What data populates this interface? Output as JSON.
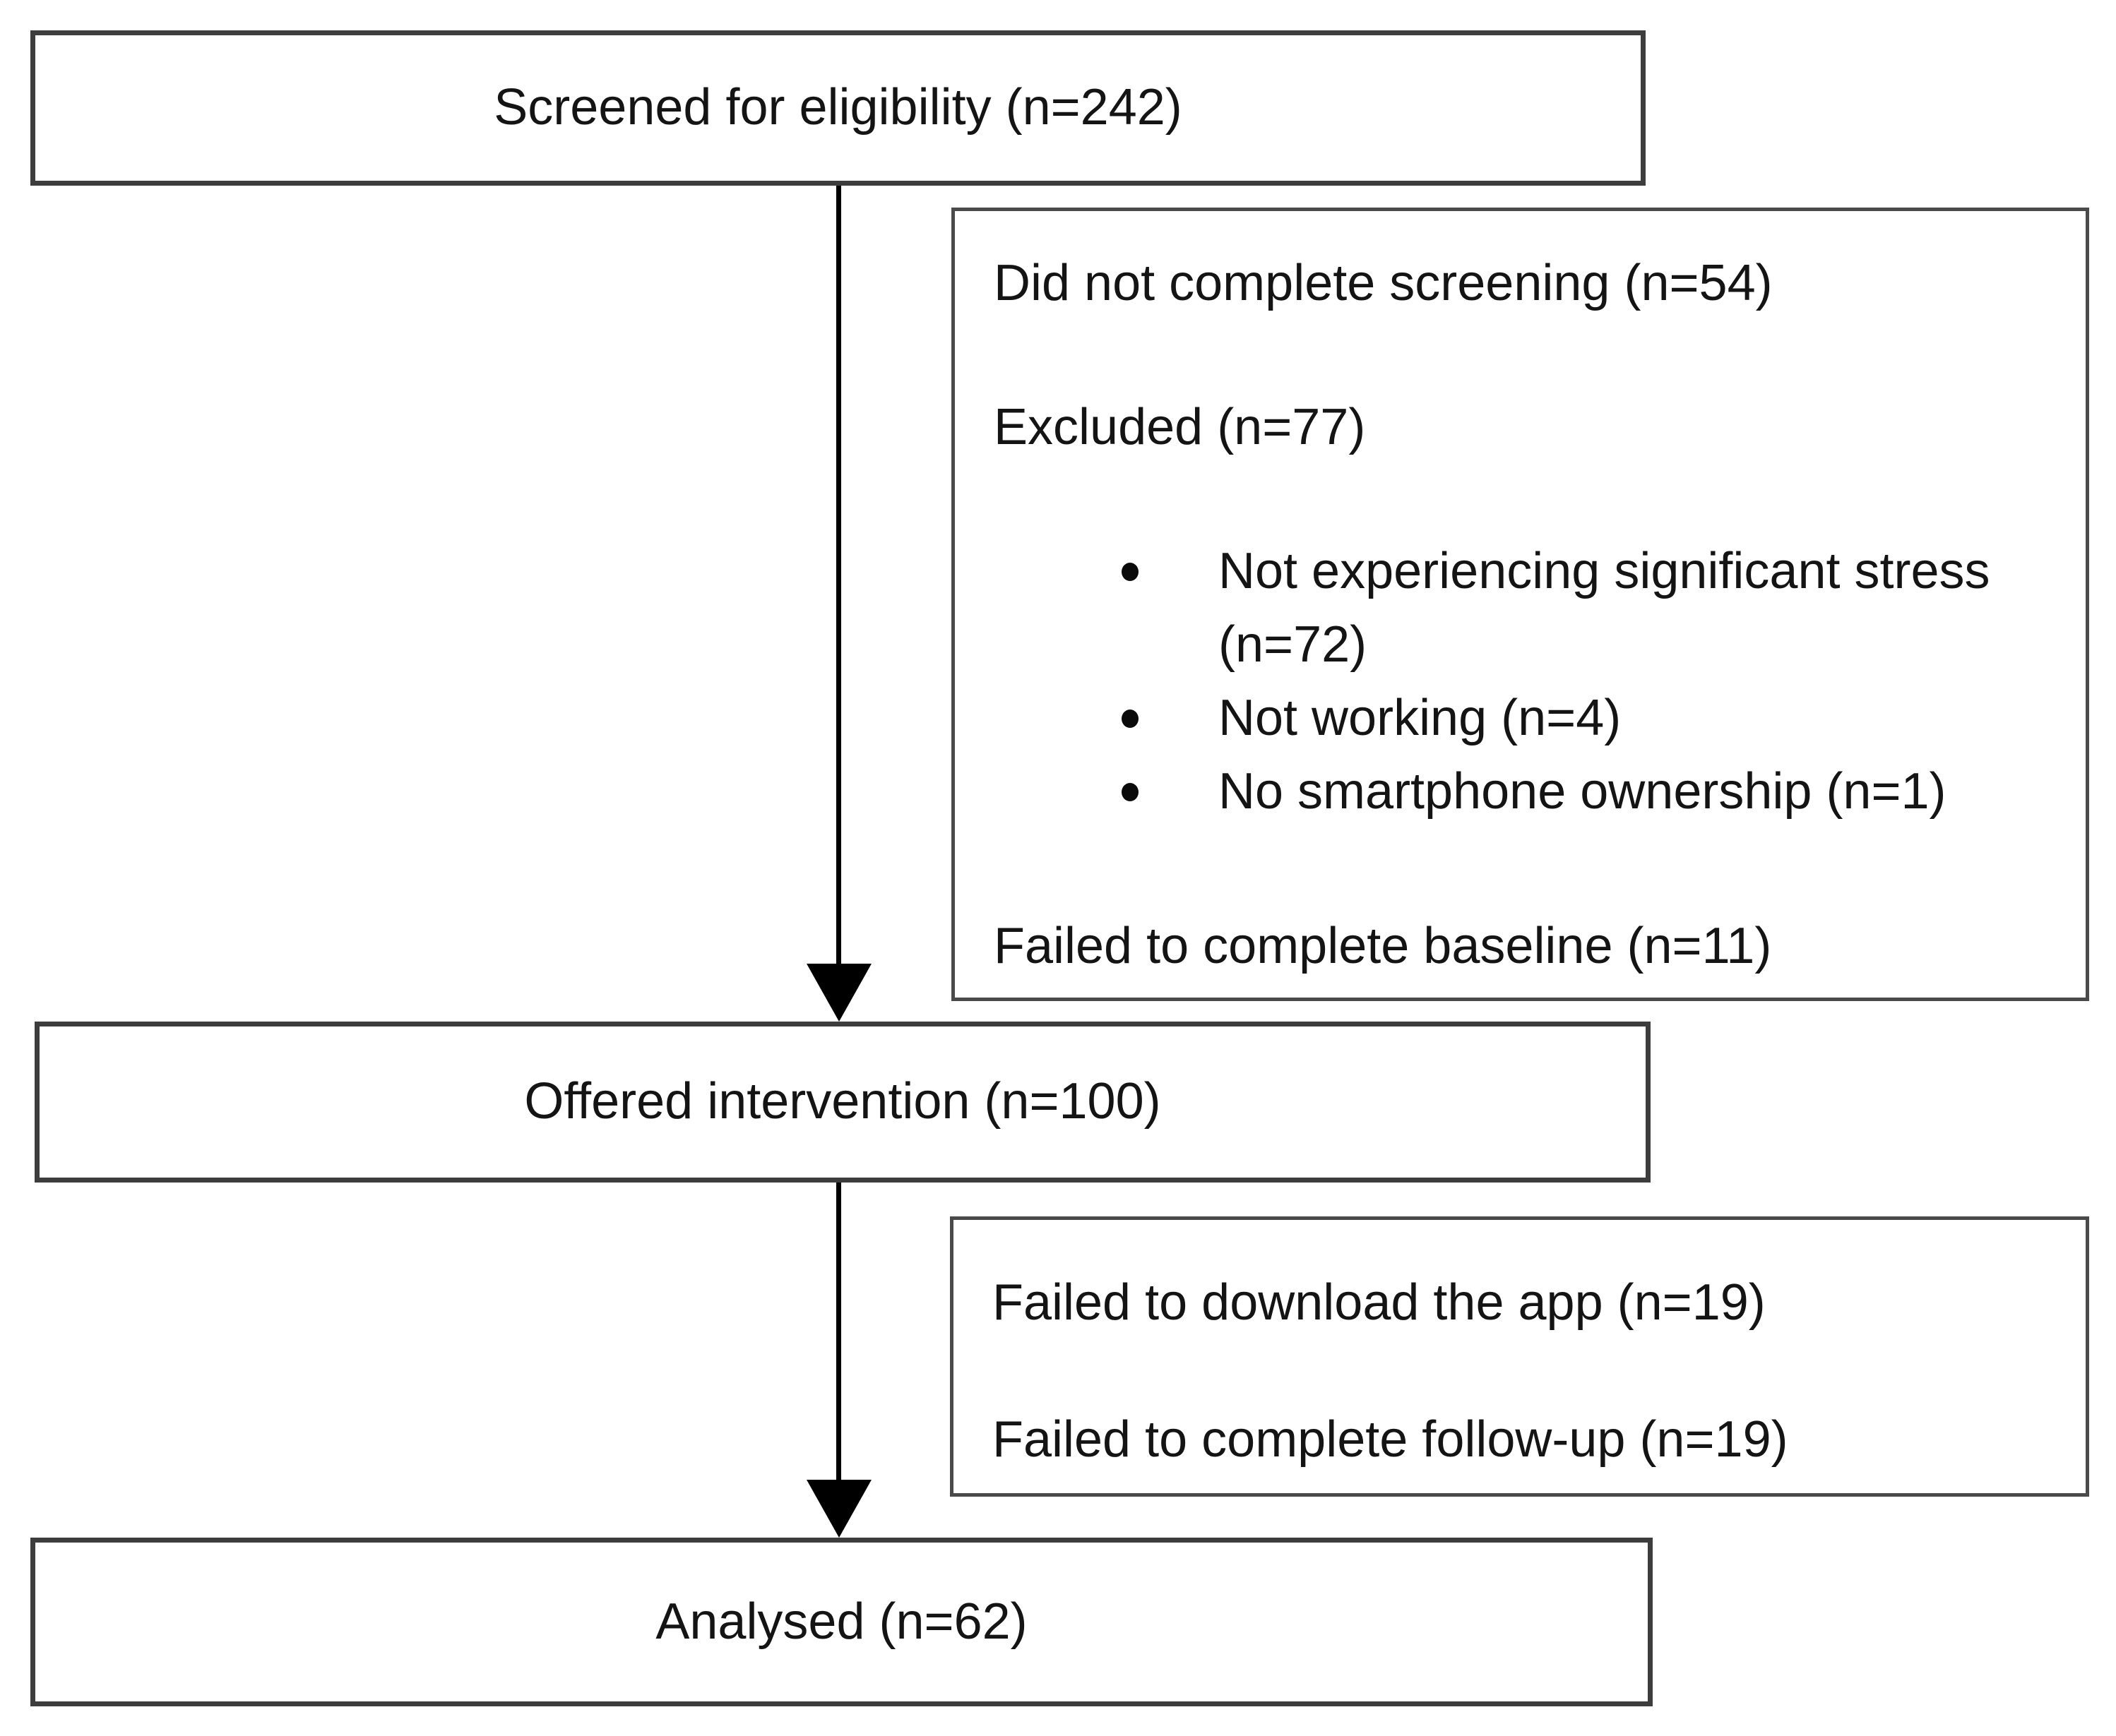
{
  "flow": {
    "screened": {
      "label": "Screened for eligibility (n=242)"
    },
    "offered": {
      "label": "Offered intervention (n=100)"
    },
    "analysed": {
      "label": "Analysed (n=62)"
    },
    "exclusion1": {
      "line1": "Did not complete screening (n=54)",
      "line2": "Excluded (n=77)",
      "bullets": [
        "Not experiencing significant stress (n=72)",
        "Not working (n=4)",
        "No smartphone ownership (n=1)"
      ],
      "line3": "Failed to complete baseline (n=11)"
    },
    "exclusion2": {
      "line1": "Failed to download the app (n=19)",
      "line2": "Failed to complete follow-up (n=19)"
    },
    "colors": {
      "background": "#ffffff",
      "box_border": "#3d3d3d",
      "side_box_border": "#4a4a4a",
      "text": "#141414",
      "arrow": "#000000"
    }
  }
}
